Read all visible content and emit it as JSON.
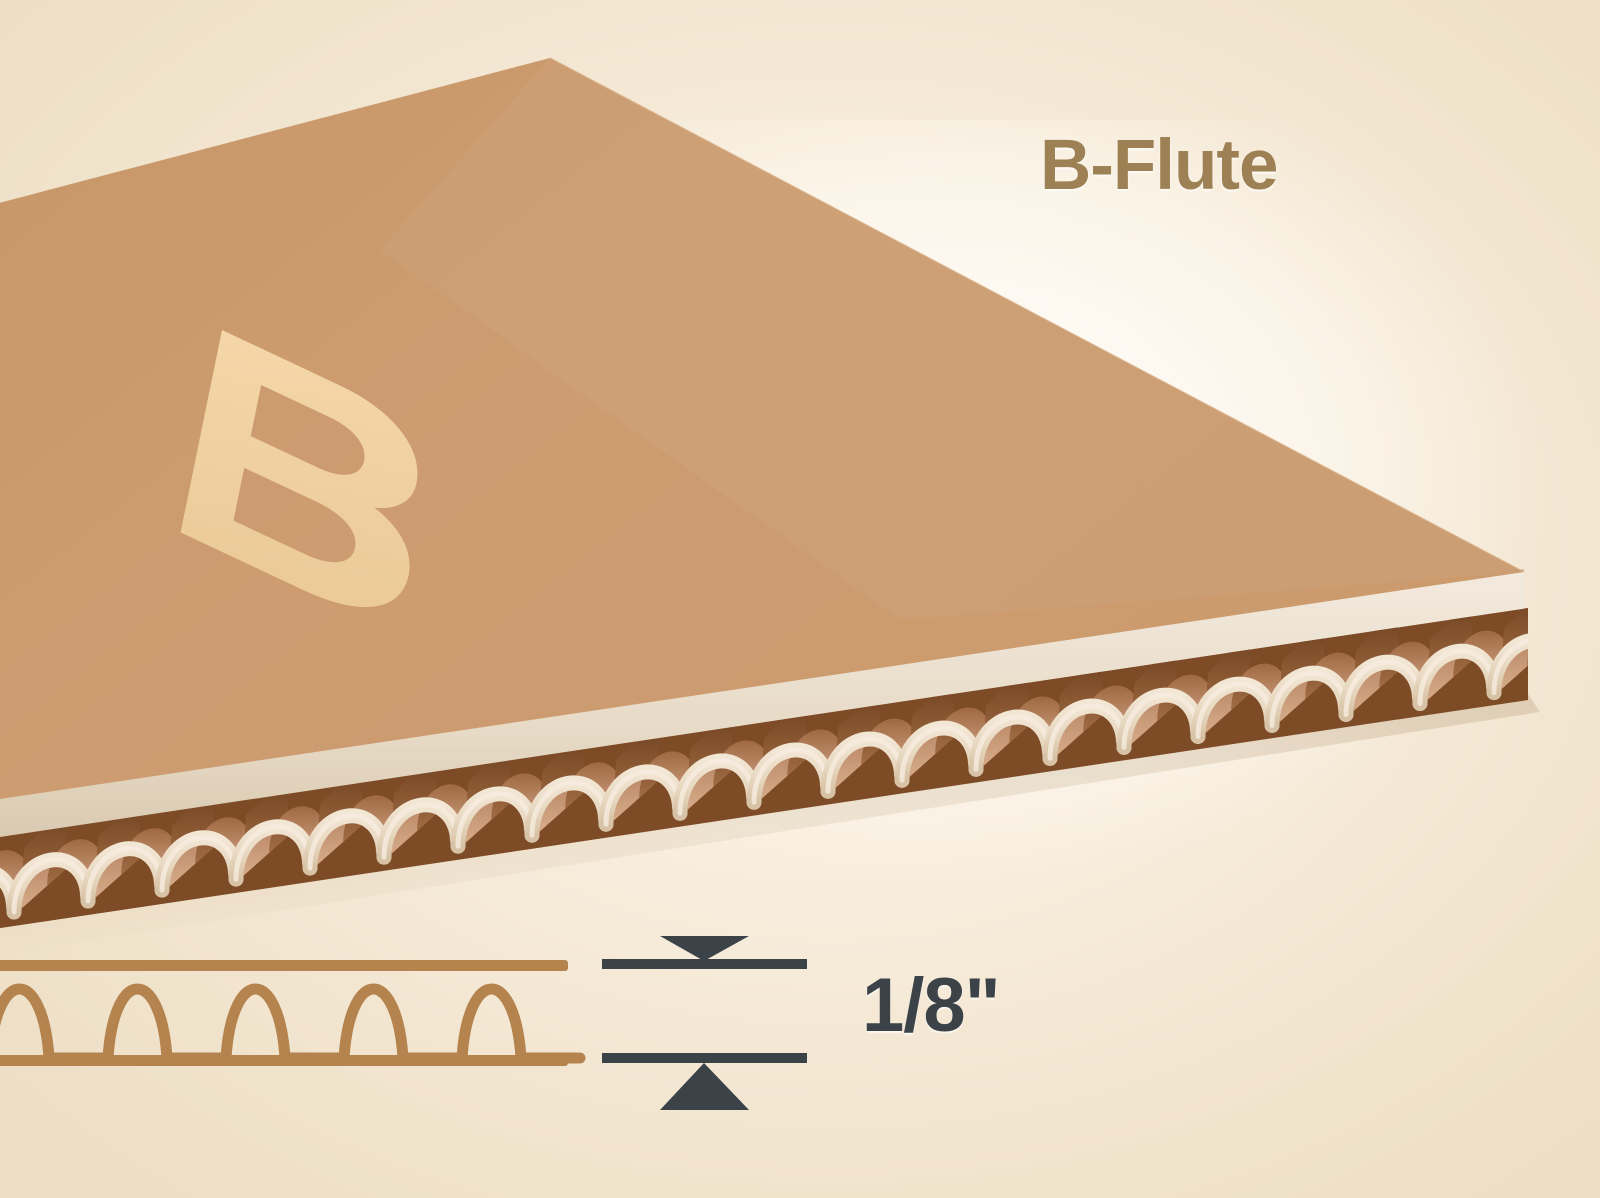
{
  "illustration": {
    "title": "B-Flute",
    "board_letter": "B",
    "dimension_label": "1/8\"",
    "title_color": "#9d8053",
    "dimension_color": "#3b4349",
    "background_color": "#f6ecdb",
    "board_face_color": "#cd9d71",
    "board_letter_color": "#f0cf9f",
    "liner_color": "#ece0cd",
    "flute_wall_color": "#e9d8c0",
    "flute_cavity_color": "#8b5a35",
    "profile_stroke_color": "#b5834e"
  },
  "chart_data": {
    "type": "diagram",
    "title": "B-Flute",
    "subject": "Corrugated cardboard B-flute board cross-section",
    "measurements": [
      {
        "name": "board thickness",
        "value": "1/8\"",
        "unit": "inch"
      }
    ],
    "annotations": [
      {
        "name": "flute-grade-letter",
        "text": "B"
      },
      {
        "name": "flute-grade-title",
        "text": "B-Flute"
      },
      {
        "name": "thickness-callout",
        "text": "1/8\""
      }
    ],
    "profile": {
      "flute_count_visible": 5,
      "liner_layers": 2,
      "description": "sinusoidal fluted medium between two flat liners"
    }
  }
}
